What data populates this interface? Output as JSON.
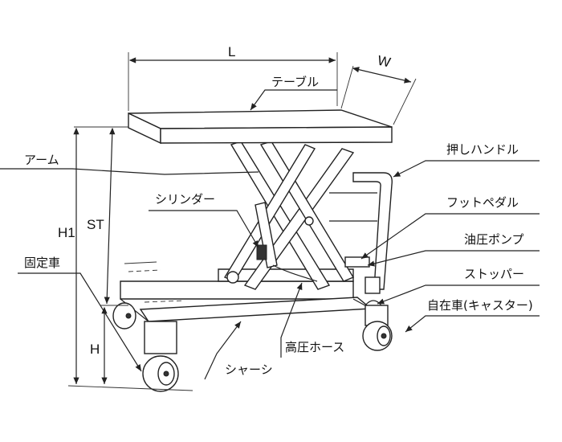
{
  "dimensions": {
    "length": "L",
    "width": "W",
    "overall_height": "H1",
    "stroke": "ST",
    "lowered_height": "H"
  },
  "labels": {
    "table": "テーブル",
    "arm": "アーム",
    "cylinder": "シリンダー",
    "fixed_wheel": "固定車",
    "push_handle": "押しハンドル",
    "foot_pedal": "フットペダル",
    "hydraulic_pump": "油圧ポンプ",
    "stopper": "ストッパー",
    "caster": "自在車(キャスター)",
    "high_pressure_hose": "高圧ホース",
    "chassis": "シャーシ"
  }
}
